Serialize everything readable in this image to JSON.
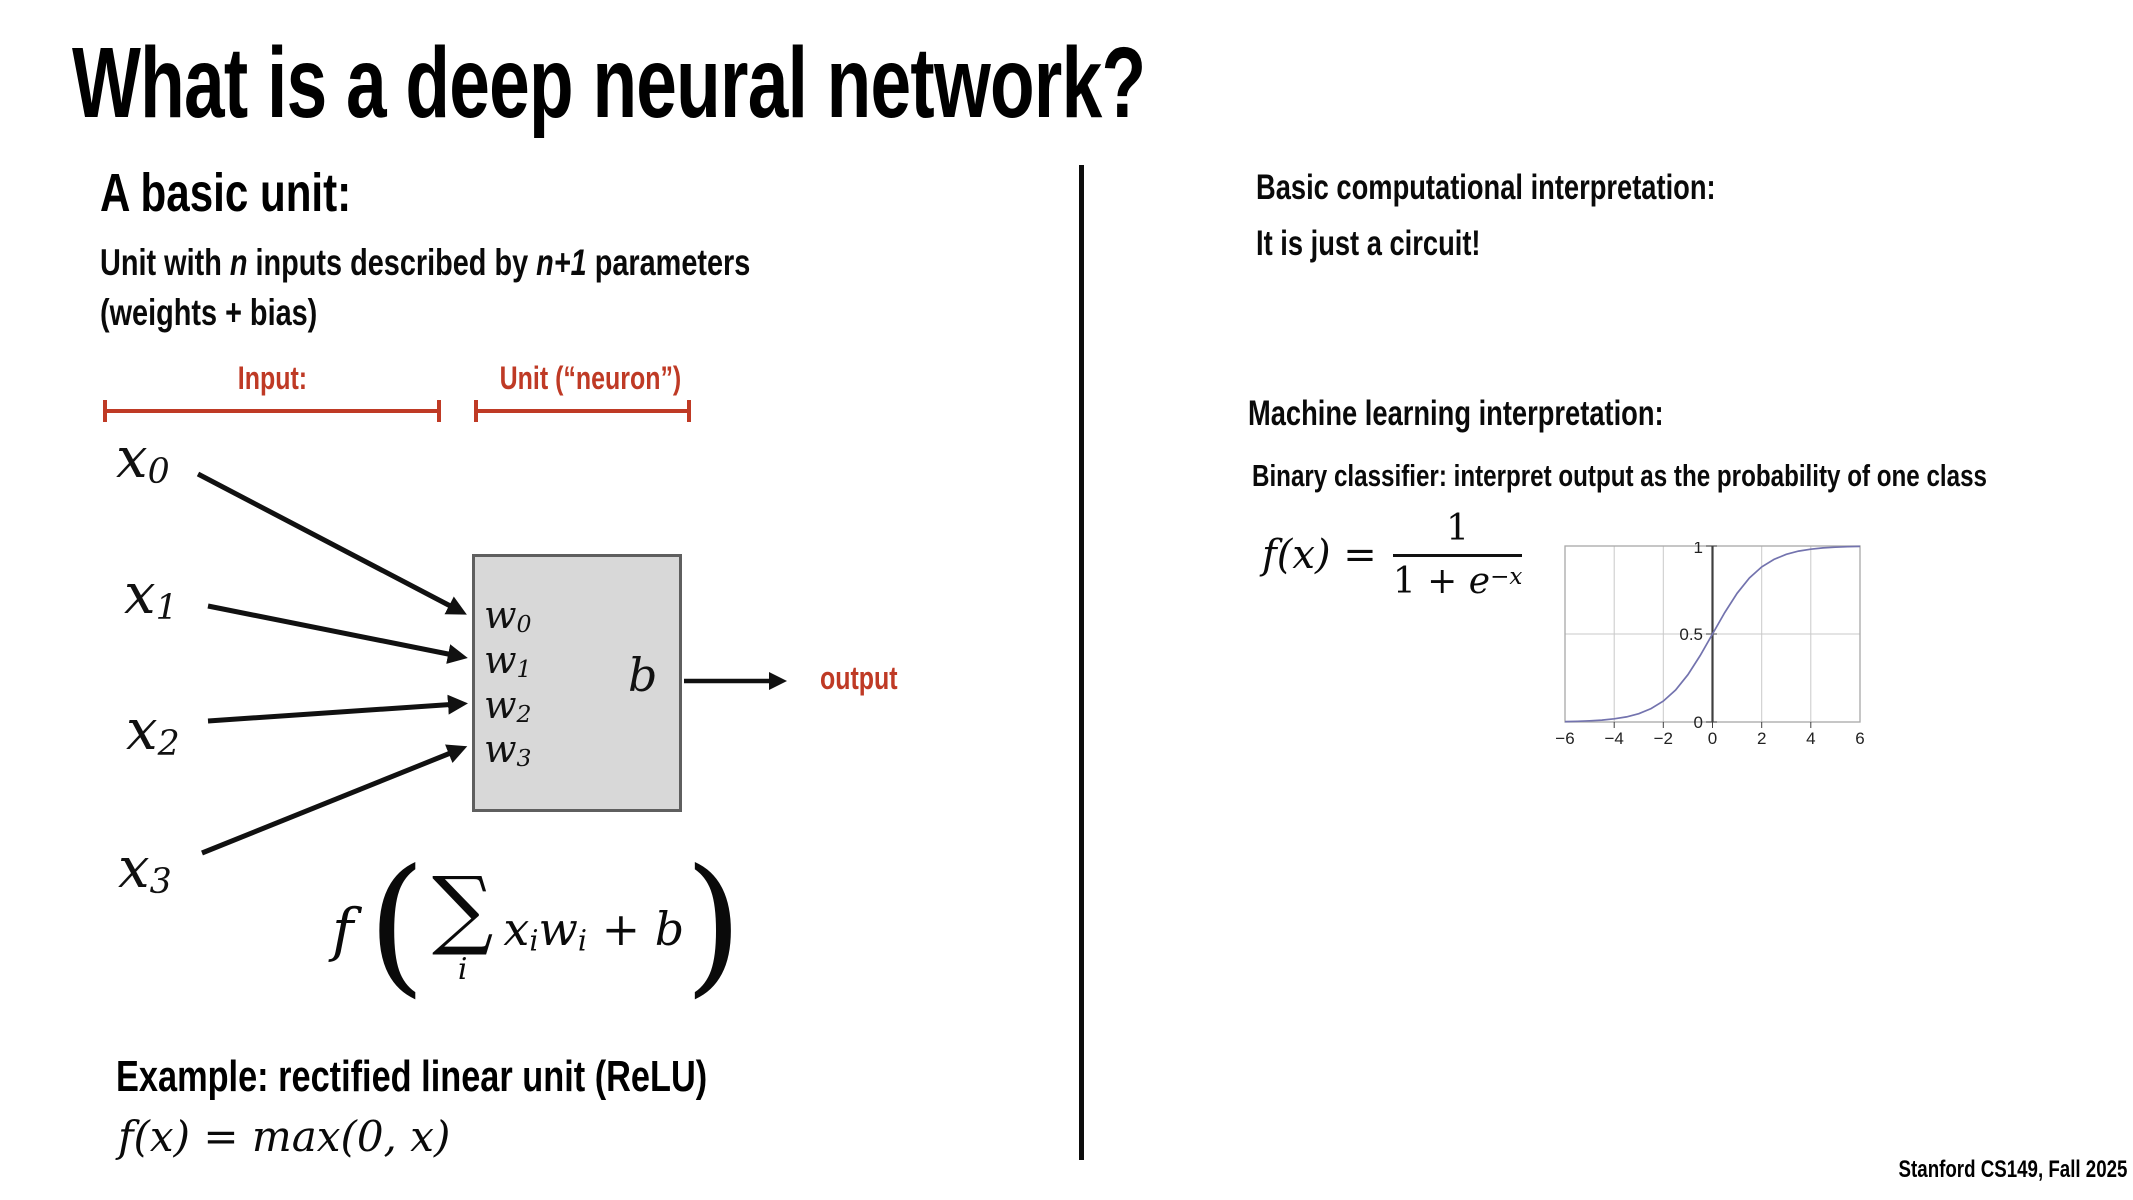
{
  "colors": {
    "accent": "#bf3a25",
    "box_fill": "#d8d8d8",
    "box_border": "#5f5f5f",
    "curve": "#7373ae"
  },
  "slide": {
    "title": "What is a deep neural network?",
    "footer": "Stanford CS149, Fall 2025"
  },
  "left": {
    "heading": "A basic unit:",
    "desc": {
      "p1": "Unit with ",
      "p2": "n",
      "p3": " inputs described by ",
      "p4": "n+1",
      "p5": " parameters",
      "line2": "(weights + bias)"
    },
    "input_label": "Input:",
    "unit_label": "Unit (“neuron”)",
    "inputs": [
      {
        "base": "x",
        "sub": "0"
      },
      {
        "base": "x",
        "sub": "1"
      },
      {
        "base": "x",
        "sub": "2"
      },
      {
        "base": "x",
        "sub": "3"
      }
    ],
    "weights": [
      {
        "base": "w",
        "sub": "0"
      },
      {
        "base": "w",
        "sub": "1"
      },
      {
        "base": "w",
        "sub": "2"
      },
      {
        "base": "w",
        "sub": "3"
      }
    ],
    "bias": "b",
    "output_label": "output",
    "formula": {
      "f": "f",
      "lparen": "(",
      "sigma": "∑",
      "sigma_sub": "i",
      "x_base": "x",
      "x_sub": "i",
      "w_base": "w",
      "w_sub": "i",
      "plus_b": " + b",
      "rparen": ")"
    },
    "relu_heading": "Example: rectified linear unit (ReLU)",
    "relu_formula": "f(x) = max(0, x)"
  },
  "right": {
    "comp_heading": "Basic computational interpretation:",
    "comp_sub": "It is just a circuit!",
    "ml_heading": "Machine learning interpretation:",
    "ml_sub": "Binary classifier: interpret output as the probability of one class",
    "sigmoid": {
      "lhs": "f(x) = ",
      "numerator": "1",
      "den_pre": "1 + ",
      "den_e": "e",
      "den_exp": "−x"
    }
  },
  "chart_data": {
    "type": "line",
    "title": "",
    "xlabel": "",
    "ylabel": "",
    "xlim": [
      -6,
      6
    ],
    "ylim": [
      0,
      1
    ],
    "grid": true,
    "legend": false,
    "x_ticks": [
      "−6",
      "−4",
      "−2",
      "0",
      "2",
      "4",
      "6"
    ],
    "y_ticks": [
      "0",
      "0.5",
      "1"
    ],
    "series": [
      {
        "name": "logistic sigmoid f(x) = 1/(1+e^-x)",
        "x": [
          -6,
          -5.5,
          -5,
          -4.5,
          -4,
          -3.5,
          -3,
          -2.5,
          -2,
          -1.5,
          -1,
          -0.5,
          0,
          0.5,
          1,
          1.5,
          2,
          2.5,
          3,
          3.5,
          4,
          4.5,
          5,
          5.5,
          6
        ],
        "y": [
          0.002,
          0.004,
          0.007,
          0.011,
          0.018,
          0.029,
          0.047,
          0.076,
          0.119,
          0.182,
          0.269,
          0.378,
          0.5,
          0.622,
          0.731,
          0.818,
          0.881,
          0.924,
          0.953,
          0.971,
          0.982,
          0.989,
          0.993,
          0.996,
          0.998
        ]
      }
    ]
  }
}
